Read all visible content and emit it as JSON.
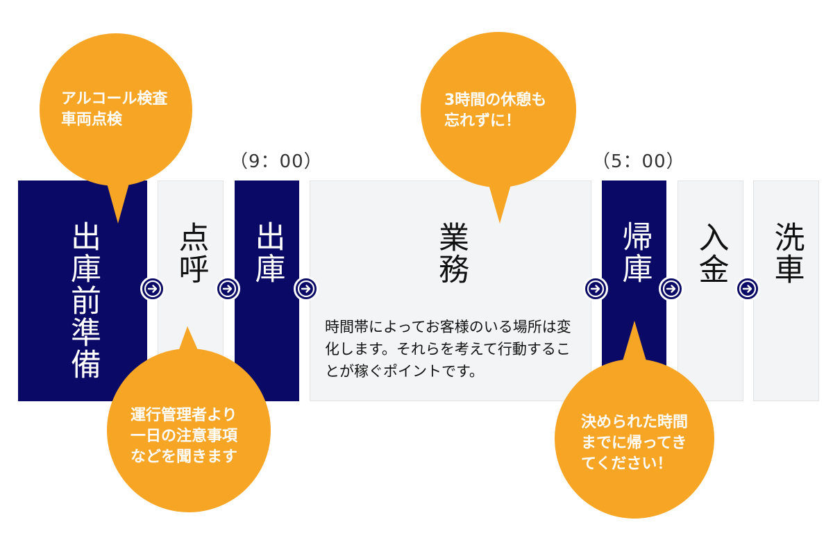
{
  "steps": {
    "s1": "出庫前準備",
    "s2": "点呼",
    "s3": "出庫",
    "s4": "業務",
    "s5": "帰庫",
    "s6": "入金",
    "s7": "洗車"
  },
  "times": {
    "t_start": "（9：00）",
    "t_return": "（5：00）"
  },
  "gyomu_description": "時間帯によってお客様のいる場所は変化します。それらを考えて行動することが稼ぐポイントです。",
  "bubbles": {
    "b1": [
      "アルコール検査",
      "車両点検"
    ],
    "b2": [
      "運行管理者より",
      "一日の注意事項",
      "などを聞きます"
    ],
    "b3": [
      "3時間の休憩も",
      "忘れずに！"
    ],
    "b4": [
      "決められた時間",
      "までに帰ってき",
      "てください！"
    ]
  },
  "colors": {
    "navy": "#0a0a66",
    "light_panel": "#f3f4f5",
    "bubble": "#f7a524"
  },
  "icons": {
    "arrow": "circle-arrow-right-icon"
  }
}
